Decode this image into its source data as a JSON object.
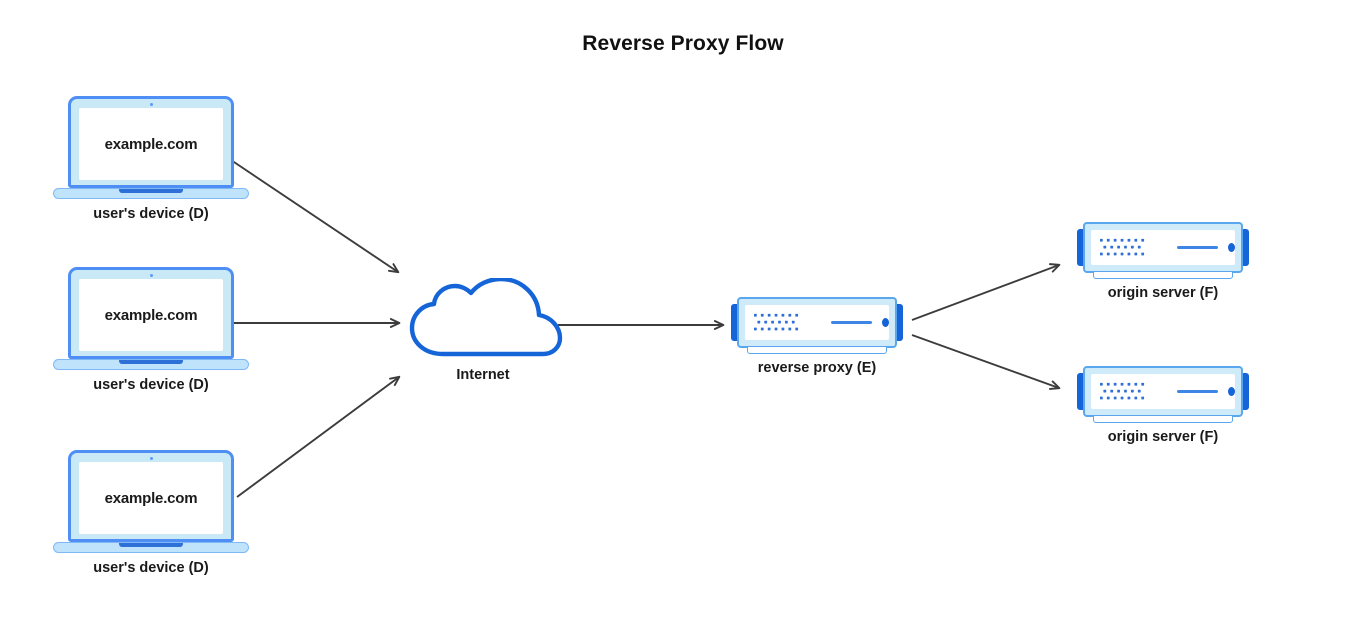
{
  "title": "Reverse Proxy Flow",
  "theme": {
    "background": "#ffffff",
    "title_color": "#111111",
    "label_color": "#1a1a1a",
    "device_border": "#4f8ff5",
    "device_bezel": "#c9e9f7",
    "device_base": "#bfe3fb",
    "device_notch": "#2f6fd8",
    "cloud_stroke": "#1565d8",
    "server_cap": "#1565d8",
    "server_body_border": "#5aa7ee",
    "server_body_fill": "#cfeaf8",
    "server_dot": "#2f6fd8",
    "arrow_color": "#3c3c3c"
  },
  "nodes": {
    "clients": [
      {
        "id": "client-1",
        "screen_text": "example.com",
        "label": "user's device (D)"
      },
      {
        "id": "client-2",
        "screen_text": "example.com",
        "label": "user's device (D)"
      },
      {
        "id": "client-3",
        "screen_text": "example.com",
        "label": "user's device (D)"
      }
    ],
    "internet": {
      "id": "internet",
      "label": "Internet",
      "icon": "cloud-icon"
    },
    "proxy": {
      "id": "reverse-proxy",
      "label": "reverse proxy (E)",
      "icon": "server-icon"
    },
    "origins": [
      {
        "id": "origin-1",
        "label": "origin server (F)",
        "icon": "server-icon"
      },
      {
        "id": "origin-2",
        "label": "origin server (F)",
        "icon": "server-icon"
      }
    ]
  },
  "edges": [
    {
      "id": "edge-client1-internet",
      "from": "client-1",
      "to": "internet",
      "label": ""
    },
    {
      "id": "edge-client2-internet",
      "from": "client-2",
      "to": "internet",
      "label": ""
    },
    {
      "id": "edge-client3-internet",
      "from": "client-3",
      "to": "internet",
      "label": ""
    },
    {
      "id": "edge-internet-proxy",
      "from": "internet",
      "to": "reverse-proxy",
      "label": ""
    },
    {
      "id": "edge-proxy-origin1",
      "from": "reverse-proxy",
      "to": "origin-1",
      "label": ""
    },
    {
      "id": "edge-proxy-origin2",
      "from": "reverse-proxy",
      "to": "origin-2",
      "label": ""
    }
  ]
}
